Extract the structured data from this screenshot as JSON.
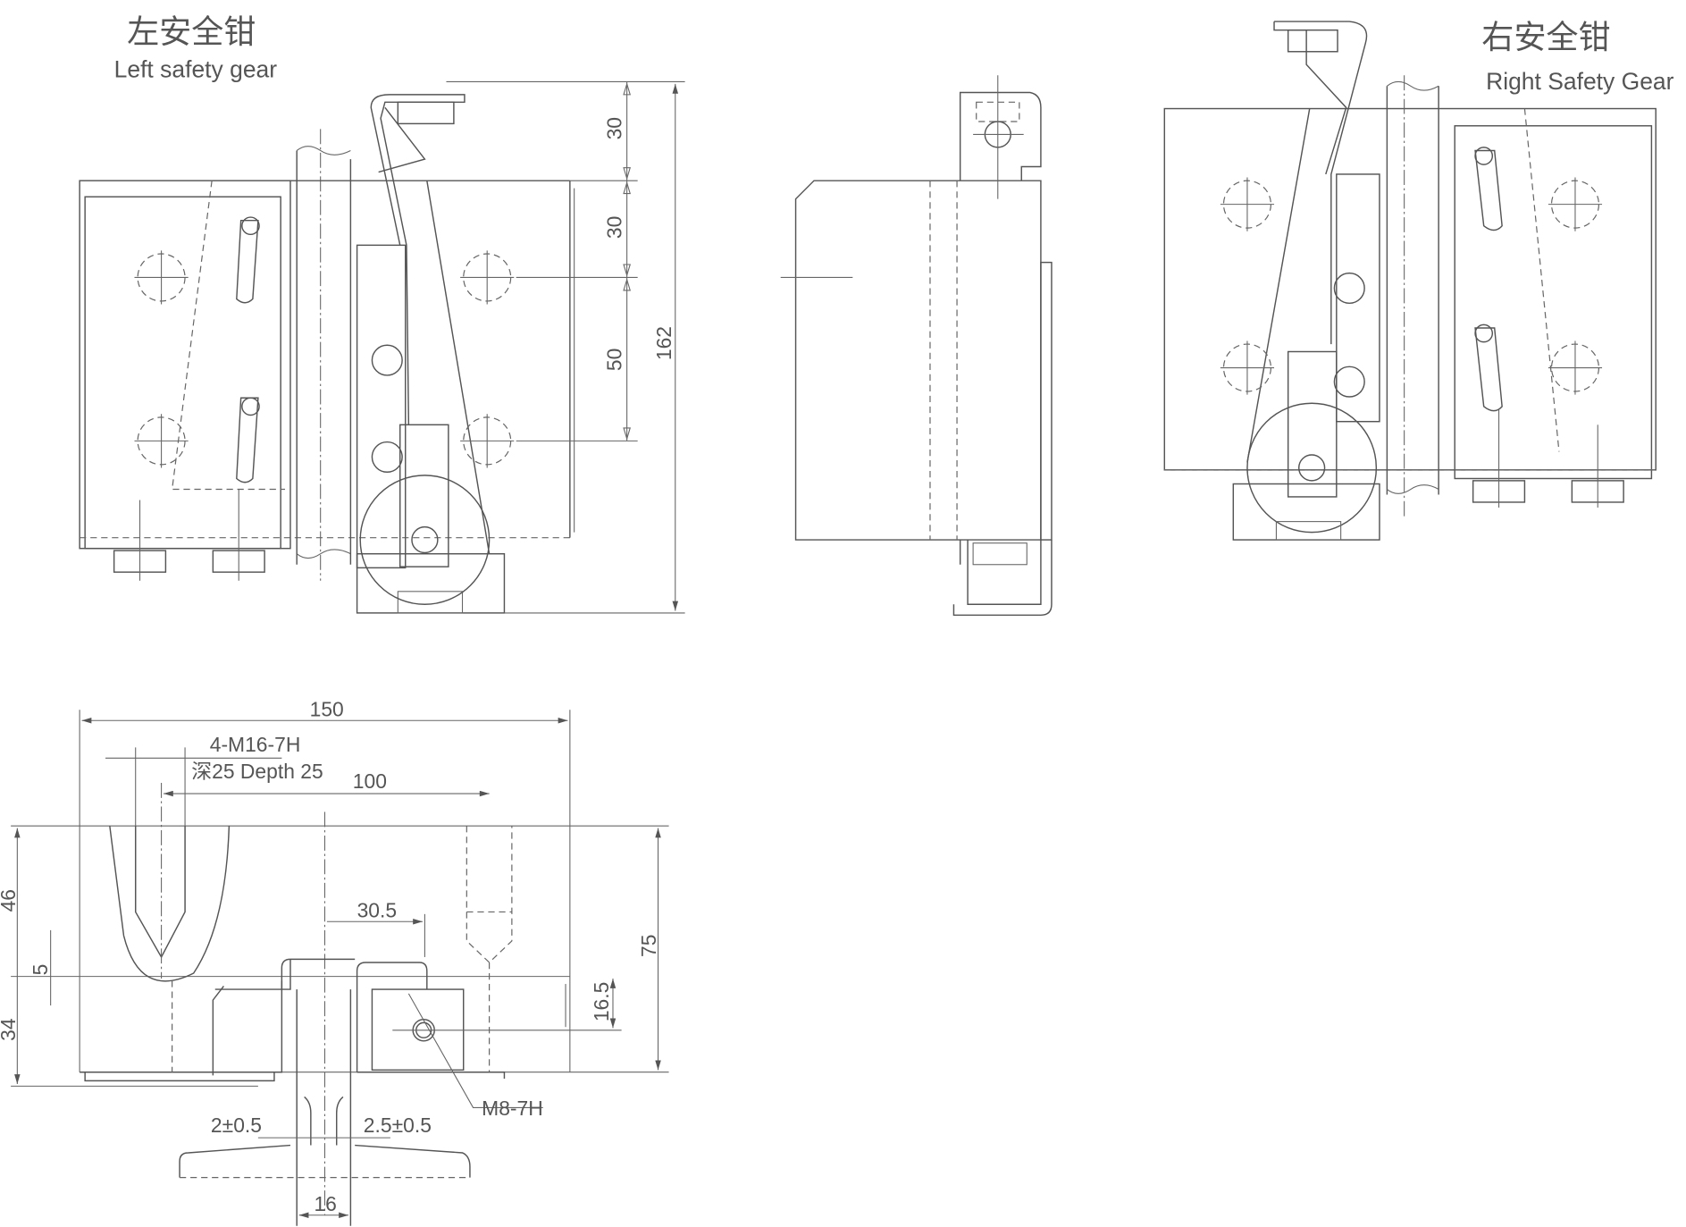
{
  "left_view": {
    "title_cn": "左安全钳",
    "title_en": "Left safety gear",
    "dims": {
      "d1": "30",
      "d2": "30",
      "d3": "50",
      "total": "162"
    }
  },
  "right_view": {
    "title_cn": "右安全钳",
    "title_en": "Right Safety Gear"
  },
  "bottom_view": {
    "width": "150",
    "thread_note": "4-M16-7H",
    "depth_note": "深25 Depth 25",
    "hole_spacing": "100",
    "offset": "30.5",
    "h_top": "46",
    "gap": "5",
    "h_bottom": "34",
    "height": "75",
    "hole_height": "16.5",
    "screw": "M8-7H",
    "clear_left": "2±0.5",
    "clear_right": "2.5±0.5",
    "rail_width": "16"
  }
}
